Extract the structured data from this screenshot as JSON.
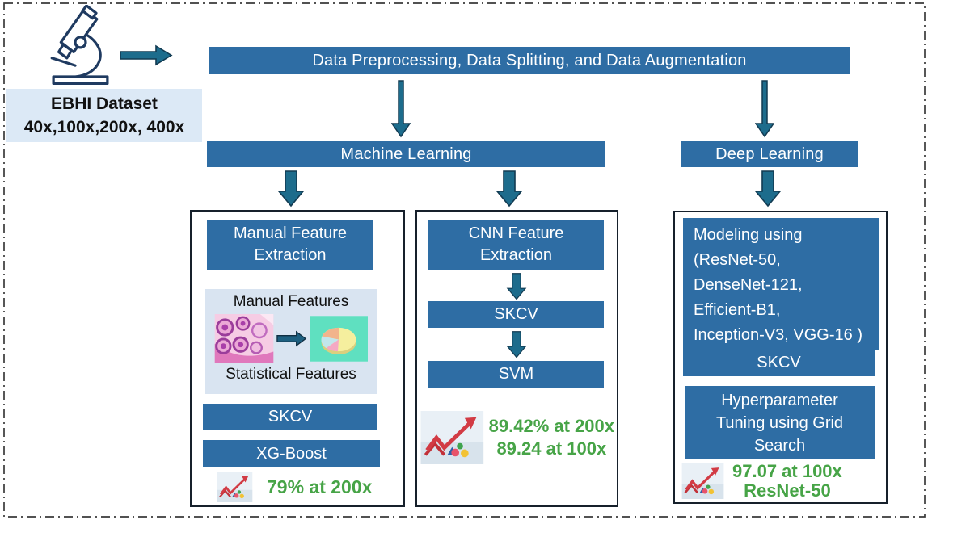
{
  "dataset": {
    "line1": "EBHI Dataset",
    "line2": "40x,100x,200x, 400x"
  },
  "pipeline": {
    "preprocessing": "Data Preprocessing, Data Splitting, and Data Augmentation",
    "machine_learning": "Machine Learning",
    "deep_learning": "Deep Learning"
  },
  "manual_column": {
    "header_line1": "Manual Feature",
    "header_line2": "Extraction",
    "panel_top": "Manual Features",
    "panel_bottom": "Statistical Features",
    "step1": "SKCV",
    "step2": "XG-Boost",
    "result": "79% at 200x"
  },
  "cnn_column": {
    "header_line1": "CNN Feature",
    "header_line2": "Extraction",
    "step1": "SKCV",
    "step2": "SVM",
    "result_line1": "89.42% at 200x",
    "result_line2": "89.24 at 100x"
  },
  "deep_column": {
    "header_line1": "Modeling using",
    "header_line2": "(ResNet-50,",
    "header_line3": "DenseNet-121,",
    "header_line4": "Efficient-B1,",
    "header_line5": "Inception-V3, VGG-16 )",
    "step1": "SKCV",
    "step2_line1": "Hyperparameter",
    "step2_line2": "Tuning using Grid",
    "step2_line3": "Search",
    "result_line1": "97.07 at 100x",
    "result_line2": "ResNet-50"
  },
  "icons": {
    "microscope": "microscope-icon",
    "right_arrow": "right-arrow-icon",
    "down_arrow": "down-arrow-icon",
    "histology": "histology-image",
    "pie_chart": "pie-chart-image",
    "growth_chart": "growth-chart-image"
  },
  "colors": {
    "bar_blue": "#2E6DA4",
    "arrow_teal": "#1D6C8C",
    "dataset_light_blue": "#DCE9F6",
    "panel_light_blue": "#D9E4F1",
    "result_green": "#47A447",
    "box_border": "#16202B"
  }
}
